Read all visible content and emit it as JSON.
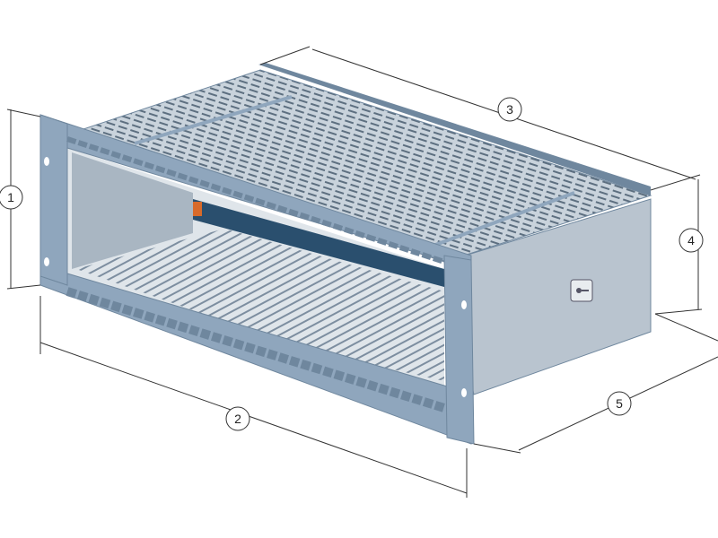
{
  "diagram": {
    "callouts": [
      "1",
      "2",
      "3",
      "4",
      "5"
    ],
    "colors": {
      "frame": "#8fa6bd",
      "frame_dark": "#6f879e",
      "top": "#c9d3dc",
      "side": "#b9c4cf",
      "interior": "#dfe5ea",
      "rail": "#2a4f6e",
      "accent": "#d86a2a"
    }
  }
}
